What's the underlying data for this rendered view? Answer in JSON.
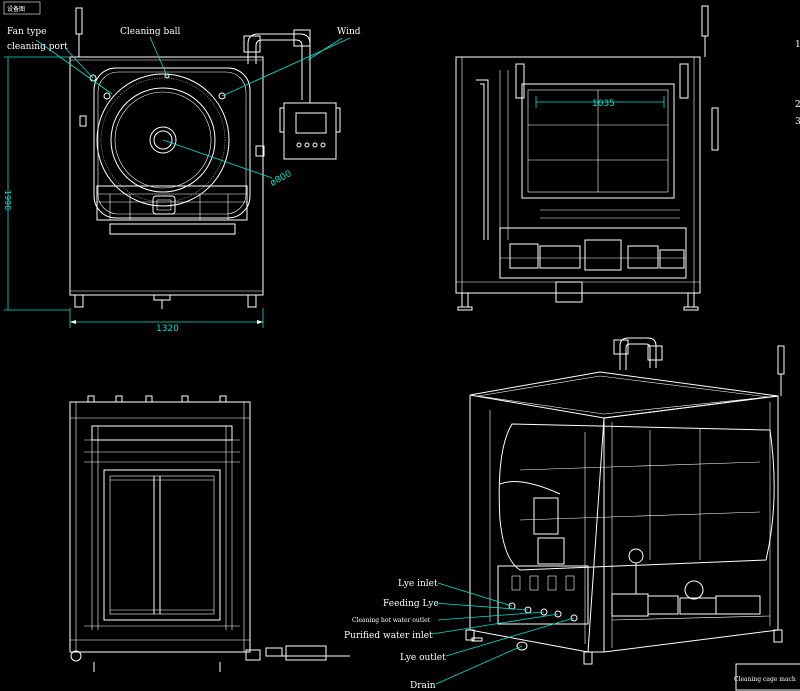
{
  "title_block": {
    "top_left_text": "设备图",
    "caption": "Cleaning cage mach",
    "right_margin_notes": [
      "1",
      "2",
      "3"
    ]
  },
  "front_view": {
    "labels": {
      "fan_type_line1": "Fan type",
      "fan_type_line2": "cleaning port",
      "cleaning_ball": "Cleaning ball",
      "wind": "Wind"
    },
    "dims": {
      "width": "1320",
      "height": "1990",
      "diameter": "ø800"
    }
  },
  "side_view": {
    "dims": {
      "inner_length": "1035"
    }
  },
  "iso_view": {
    "callouts": {
      "lye_inlet": "Lye inlet",
      "feeding_lye": "Feeding Lye",
      "cleaning_hot_water_outlet": "Cleaning hot water outlet",
      "purified_water_inlet": "Purified water inlet",
      "lye_outlet": "Lye outlet",
      "drain": "Drain"
    }
  },
  "colors": {
    "background": "#000000",
    "linework": "#ffffff",
    "dimension": "#00e0d0",
    "hidden": "#9a9a9a"
  }
}
